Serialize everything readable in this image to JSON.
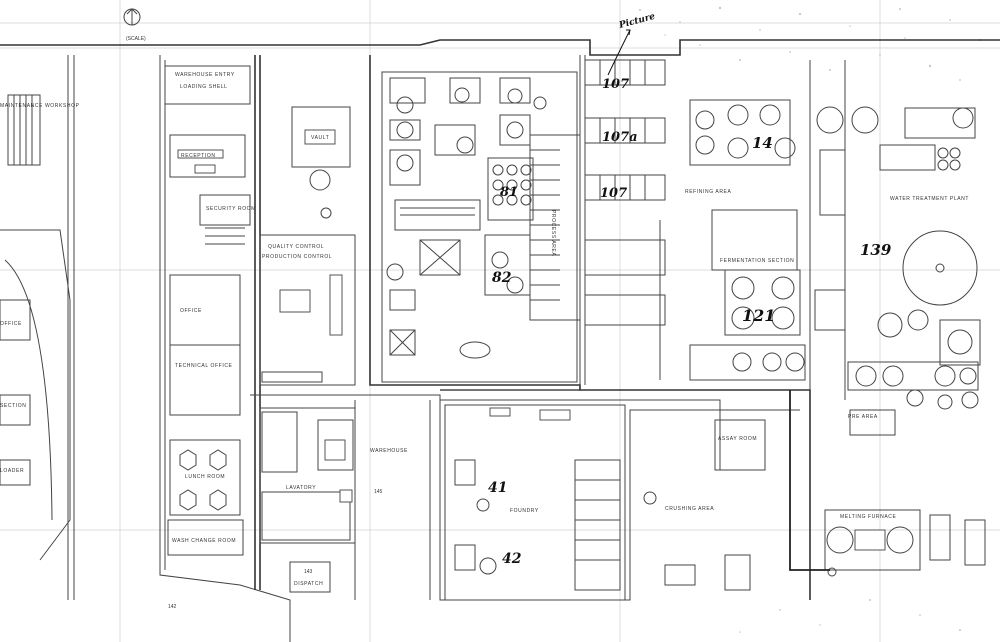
{
  "sheet": {
    "scale_note": "(SCALE)",
    "corner_note": "142",
    "handwritten_note": "Picture"
  },
  "rooms": {
    "warehouse_entry": "WAREHOUSE ENTRY",
    "loading_shell": "LOADING SHELL",
    "reception": "RECEPTION",
    "security_room": "SECURITY ROOM",
    "vault": "VAULT",
    "quality_control": "QUALITY CONTROL",
    "production_control": "PRODUCTION CONTROL",
    "office": "OFFICE",
    "technical_office": "TECHNICAL OFFICE",
    "lunch_room": "LUNCH ROOM",
    "lavatory": "LAVATORY",
    "wash_change_room": "WASH CHANGE ROOM",
    "warehouse": "WAREHOUSE",
    "foundry": "FOUNDRY",
    "crushing_area": "CRUSHING AREA",
    "refining_area": "REFINING AREA",
    "water_treatment": "WATER TREATMENT PLANT",
    "fermentation": "FERMENTATION SECTION",
    "assay_room": "ASSAY ROOM",
    "melting_furnace": "MELTING FURNACE",
    "pre_area": "PRE AREA",
    "process_area": "PROCESS AREA",
    "dispatch": "DISPATCH",
    "left_office": "OFFICE",
    "left_maintenance": "MAINTENANCE WORKSHOP",
    "left_section": "SECTION",
    "left_loader": "LOADER"
  },
  "callouts": {
    "c107a": "107",
    "c107b": "107a",
    "c107c": "107",
    "c14": "14",
    "c81": "81",
    "c82": "82",
    "c121": "121",
    "c139": "139",
    "c41": "41",
    "c42": "42",
    "c145": "145",
    "c143": "143"
  }
}
